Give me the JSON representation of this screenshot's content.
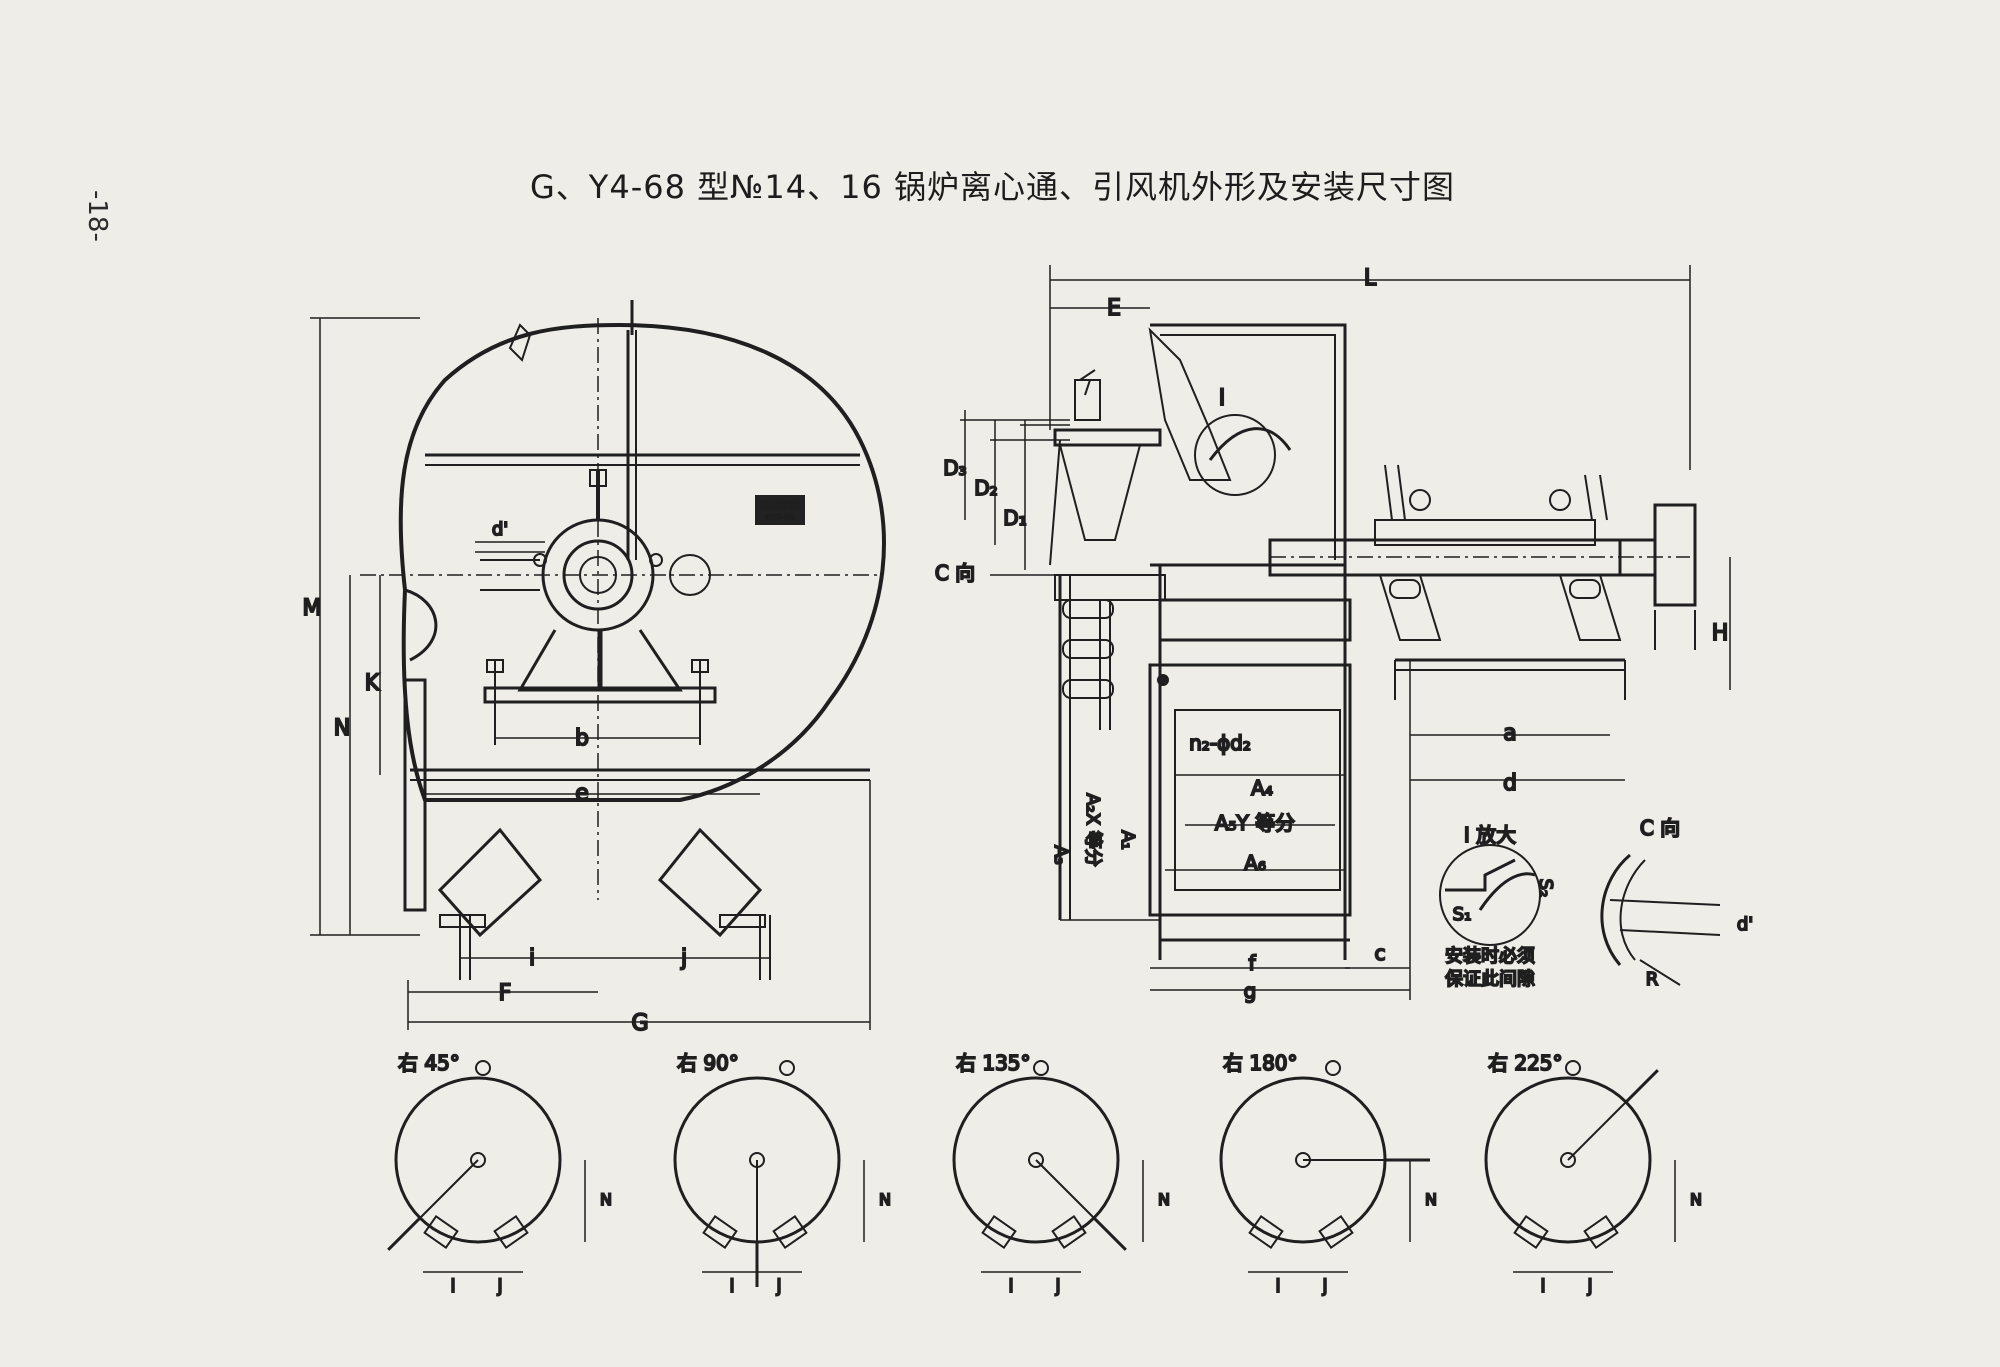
{
  "page_number": "-18-",
  "title": "G、Y4-68 型№14、16 锅炉离心通、引风机外形及安装尺寸图",
  "nameplate": {
    "line1": "离心通风机",
    "line2": "GY4-68"
  },
  "labels": {
    "M": "M",
    "K": "K",
    "N": "N",
    "b": "b",
    "e": "e",
    "i": "i",
    "j": "j",
    "F": "F",
    "G": "G",
    "d_prime": "d'",
    "L": "L",
    "E": "E",
    "I": "I",
    "D3": "D₃",
    "D2": "D₂",
    "D1": "D₁",
    "c_dir": "C 向",
    "n2_phi_d2": "n₂-ϕd₂",
    "A4": "A₄",
    "A5Y": "A₅Y 等分",
    "A2X": "A₂X 等分",
    "A1": "A₁",
    "A3": "A₃",
    "A6": "A₆",
    "f": "f",
    "g": "g",
    "c": "c",
    "a": "a",
    "d": "d",
    "H": "H"
  },
  "detail_I": {
    "title": "I 放大",
    "S1": "S₁",
    "S2": "S₂",
    "note_line1": "安装时必须",
    "note_line2": "保证此间隙"
  },
  "detail_C": {
    "title": "C 向",
    "R": "R",
    "d_prime": "d'"
  },
  "rotations": [
    {
      "label": "右 45°",
      "n": "N",
      "i": "i",
      "j": "j"
    },
    {
      "label": "右 90°",
      "n": "N",
      "i": "i",
      "j": "j"
    },
    {
      "label": "右 135°",
      "n": "N",
      "i": "i",
      "j": "j"
    },
    {
      "label": "右 180°",
      "n": "N",
      "i": "i",
      "j": "j"
    },
    {
      "label": "右 225°",
      "n": "N",
      "i": "i",
      "j": "j"
    }
  ]
}
